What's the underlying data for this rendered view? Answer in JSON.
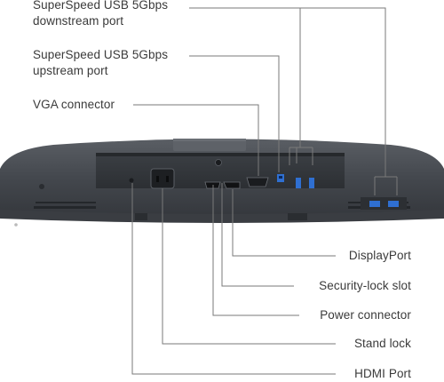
{
  "labels": {
    "usb_downstream_line1": "SuperSpeed USB 5Gbps",
    "usb_downstream_line2": "downstream port",
    "usb_upstream_line1": "SuperSpeed USB 5Gbps",
    "usb_upstream_line2": "upstream port",
    "vga": "VGA connector",
    "displayport": "DisplayPort",
    "security_lock": "Security-lock slot",
    "power": "Power connector",
    "stand_lock": "Stand lock",
    "hdmi": "HDMI Port"
  },
  "colors": {
    "monitor_body": "#4a4e54",
    "monitor_dark": "#2f3237",
    "usb_blue": "#2f6fd1",
    "leader_line": "#7a7a7a",
    "text": "#3a3a3a"
  }
}
